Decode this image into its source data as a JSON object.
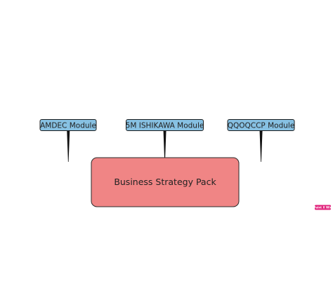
{
  "modules": [
    {
      "label": "AMDEC Module"
    },
    {
      "label": "5M ISHIKAWA Module"
    },
    {
      "label": "QQOQCCP Module"
    }
  ],
  "main_box": {
    "label": "Business Strategy Pack"
  },
  "badge": {
    "label": "Paint X Win"
  },
  "colors": {
    "module_fill": "#87c1e3",
    "module_stroke": "#1d1d1d",
    "main_fill": "#f08585",
    "main_stroke": "#2a2a2a",
    "connector": "#111111",
    "badge_fill": "#e0207a"
  }
}
